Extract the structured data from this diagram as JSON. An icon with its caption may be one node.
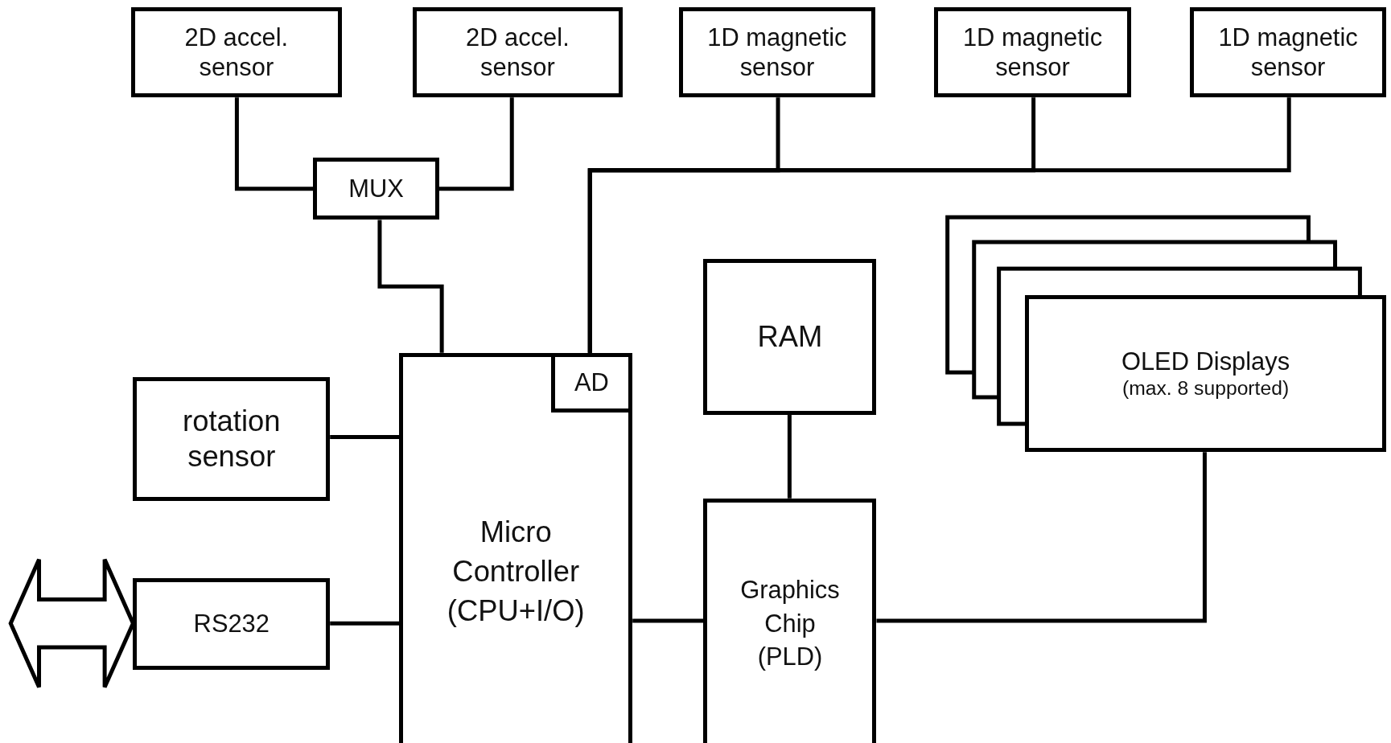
{
  "diagram": {
    "nodes": [
      {
        "text": [
          "2D accel. sensor"
        ]
      },
      {
        "text": [
          "2D accel. sensor"
        ]
      },
      {
        "text": [
          "1D magnetic sensor"
        ]
      },
      {
        "text": [
          "1D magnetic sensor"
        ]
      },
      {
        "text": [
          "1D magnetic sensor"
        ]
      },
      {
        "text": [
          "MUX"
        ]
      },
      {
        "text": [
          "Micro Controller (CPU+I/O)"
        ]
      },
      {
        "text": [
          "AD"
        ],
        "in": 6
      },
      {
        "text": [
          "rotation sensor"
        ]
      },
      {
        "text": [
          "RS232"
        ]
      },
      {
        "text": [
          "RAM"
        ]
      },
      {
        "text": [
          "Graphics Chip (PLD)"
        ]
      },
      {
        "text": [
          "OLED Displays",
          "(max. 8 supported)"
        ]
      }
    ],
    "edges": [
      {
        "from": 0,
        "to": 5,
        "arrow": "none"
      },
      {
        "from": 1,
        "to": 5,
        "arrow": "none"
      },
      {
        "from": 5,
        "to": 6,
        "arrow": "none"
      },
      {
        "from": 2,
        "to": 7,
        "arrow": "none"
      },
      {
        "from": 3,
        "to": 7,
        "arrow": "none"
      },
      {
        "from": 4,
        "to": 7,
        "arrow": "none"
      },
      {
        "from": 8,
        "to": 6,
        "arrow": "none"
      },
      {
        "from": 9,
        "to": 6,
        "arrow": "none"
      },
      {
        "from": 6,
        "to": 11,
        "arrow": "none"
      },
      {
        "from": 10,
        "to": 11,
        "arrow": "none"
      },
      {
        "from": 11,
        "to": 12,
        "arrow": "none"
      },
      {
        "from": null,
        "to": 9,
        "arrow": "both"
      }
    ]
  }
}
